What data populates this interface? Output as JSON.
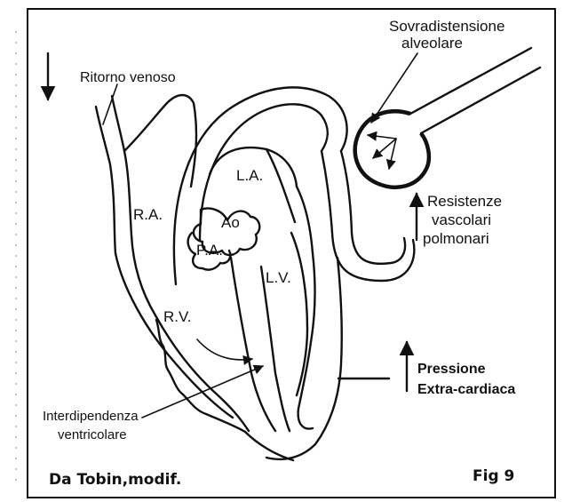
{
  "labels": {
    "venous_return": "Ritorno venoso",
    "alveolar_overdistension_line1": "Sovradistensione",
    "alveolar_overdistension_line2": "alveolare",
    "pulmonary_resistance_line1": "Resistenze",
    "pulmonary_resistance_line2": "vascolari",
    "pulmonary_resistance_line3": "polmonari",
    "extracardiac_pressure_line1": "Pressione",
    "extracardiac_pressure_line2": "Extra-cardiaca",
    "interdependence_line1": "Interdipendenza",
    "interdependence_line2": "ventricolare",
    "right_atrium": "R.A.",
    "left_atrium": "L.A.",
    "aorta": "Ao",
    "pulmonary_artery": "P.A.",
    "left_ventricle": "L.V.",
    "right_ventricle": "R.V."
  },
  "caption": {
    "source": "Da Tobin,modif.",
    "figure_number": "Fig 9"
  }
}
